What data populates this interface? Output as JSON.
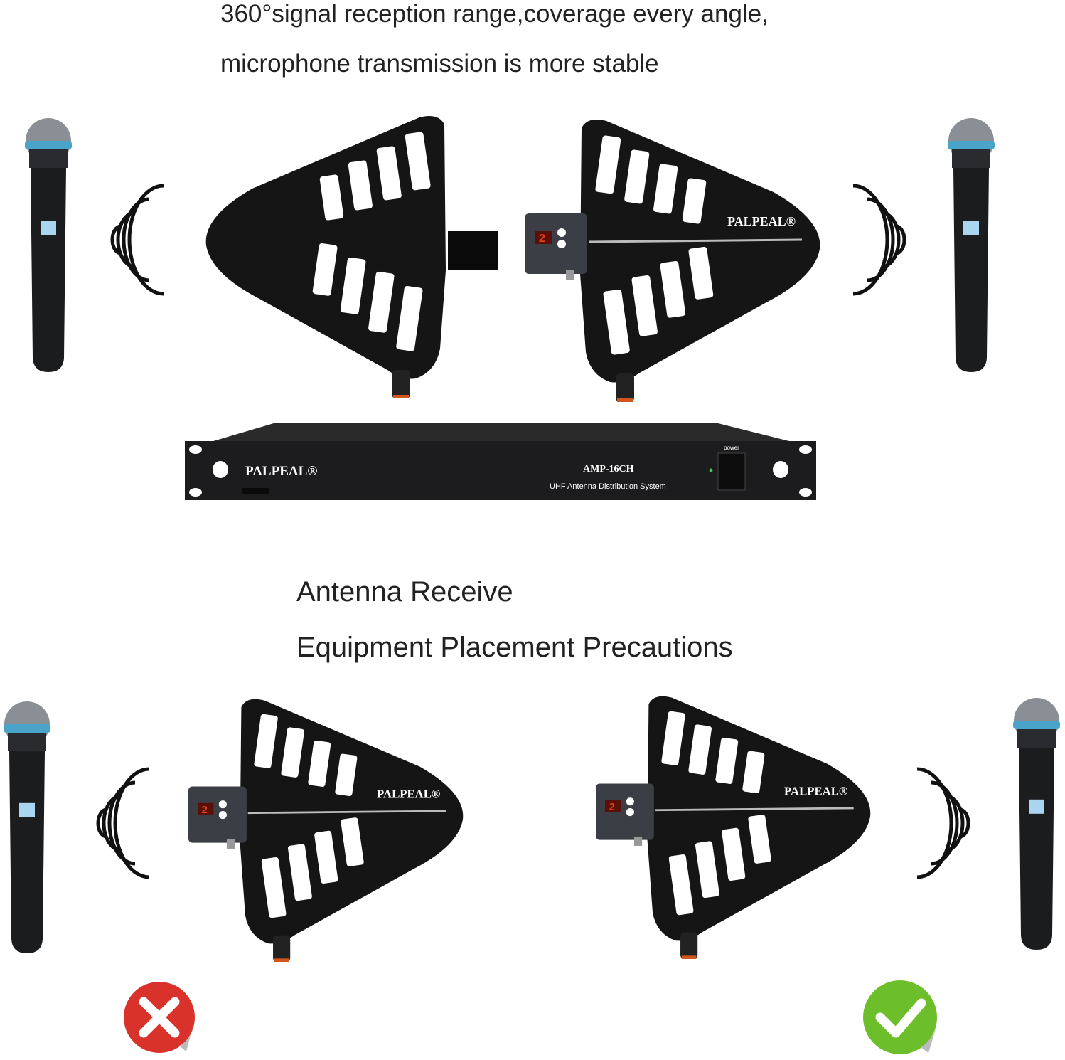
{
  "header": {
    "line1": "360°signal reception range,coverage every angle,",
    "line2": "microphone transmission is more stable"
  },
  "section": {
    "line1": "Antenna Receive",
    "line2": "Equipment Placement Precautions"
  },
  "antenna": {
    "brand": "PALPEAL®",
    "display_digit": "2"
  },
  "rack_unit": {
    "brand": "PALPEAL®",
    "model": "AMP-16CH",
    "description": "UHF Antenna Distribution System",
    "power_label": "power"
  },
  "placement": {
    "wrong_icon": "x-mark-icon",
    "right_icon": "check-mark-icon",
    "wrong_color": "#d9322b",
    "right_color": "#6cbf2a"
  },
  "colors": {
    "antenna": "#151515",
    "mic_grille": "#8a8f96",
    "mic_band": "#4aa3c8",
    "display": "#e0401a"
  }
}
